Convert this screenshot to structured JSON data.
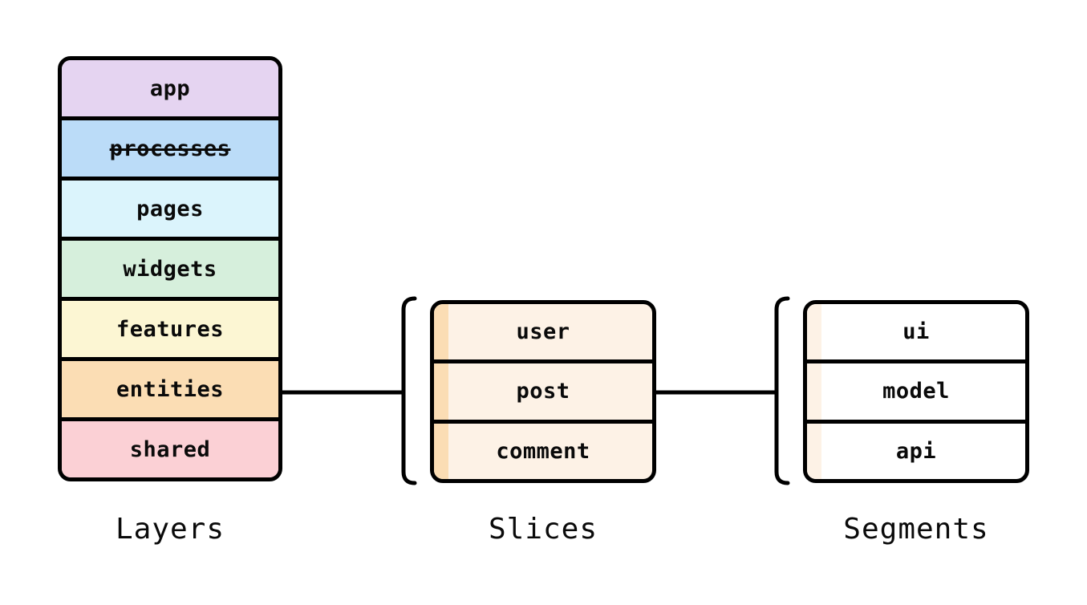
{
  "stroke_color": "#000000",
  "layers": {
    "caption": "Layers",
    "items": [
      {
        "label": "app",
        "color": "#E5D4F1",
        "deprecated": false
      },
      {
        "label": "processes",
        "color": "#BBDCF8",
        "deprecated": true
      },
      {
        "label": "pages",
        "color": "#DBF4FC",
        "deprecated": false
      },
      {
        "label": "widgets",
        "color": "#D6EFDC",
        "deprecated": false
      },
      {
        "label": "features",
        "color": "#FCF6D3",
        "deprecated": false
      },
      {
        "label": "entities",
        "color": "#FBDDB4",
        "deprecated": false
      },
      {
        "label": "shared",
        "color": "#FBD0D5",
        "deprecated": false
      }
    ]
  },
  "slices": {
    "caption": "Slices",
    "fill": "#FDF2E6",
    "accent": "#FBDDB4",
    "items": [
      {
        "label": "user"
      },
      {
        "label": "post"
      },
      {
        "label": "comment"
      }
    ]
  },
  "segments": {
    "caption": "Segments",
    "fill": "#FFFFFF",
    "accent": "#FDF2E6",
    "items": [
      {
        "label": "ui"
      },
      {
        "label": "model"
      },
      {
        "label": "api"
      }
    ]
  }
}
